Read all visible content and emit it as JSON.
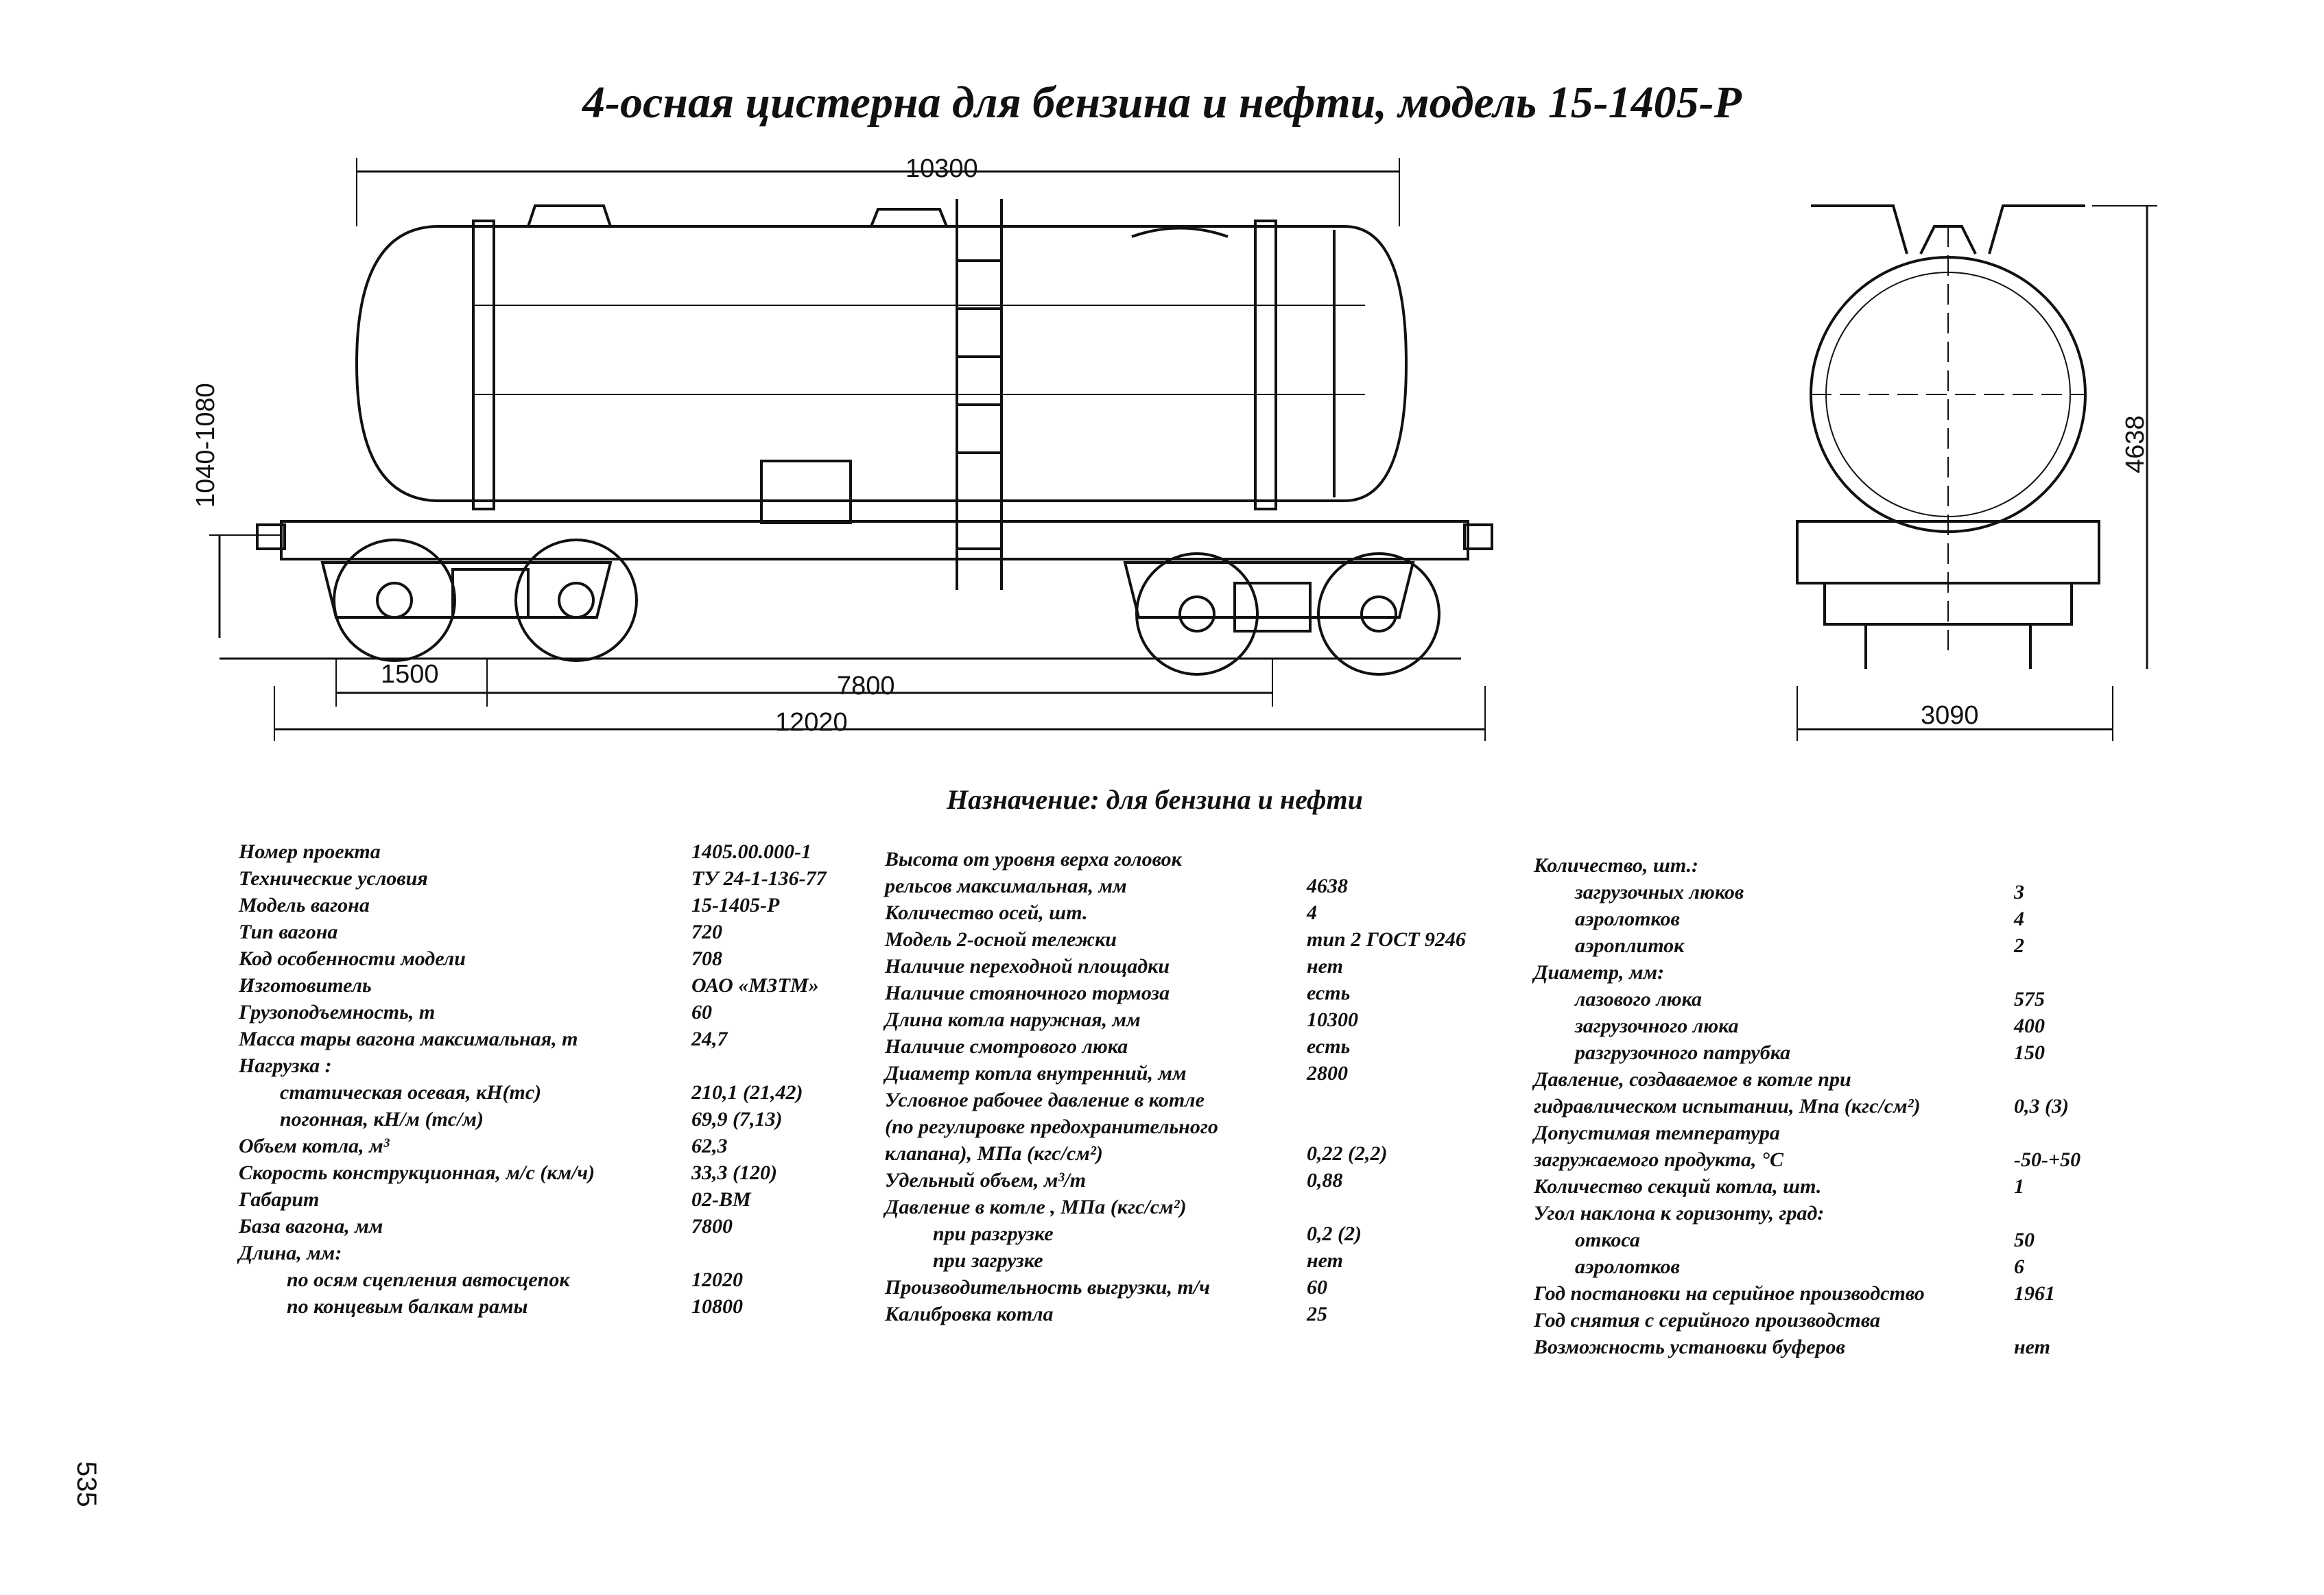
{
  "title": "4-осная цистерна для бензина и нефти, модель 15-1405-Р",
  "dimensions": {
    "boiler_length": "10300",
    "coupler_height": "1040-1080",
    "bogie_axle_spacing": "1500",
    "wagon_base": "7800",
    "total_length": "12020",
    "height": "4638",
    "width": "3090"
  },
  "purpose": "Назначение: для бензина и нефти",
  "col1": [
    {
      "label": "Номер проекта",
      "value": "1405.00.000-1",
      "indent": 0
    },
    {
      "label": "Технические условия",
      "value": "ТУ 24-1-136-77",
      "indent": 0
    },
    {
      "label": "Модель вагона",
      "value": "15-1405-Р",
      "indent": 0
    },
    {
      "label": "Тип вагона",
      "value": "720",
      "indent": 0
    },
    {
      "label": "Код особенности модели",
      "value": "708",
      "indent": 0
    },
    {
      "label": "Изготовитель",
      "value": "ОАО «МЗТМ»",
      "indent": 0
    },
    {
      "label": "Грузоподъемность, т",
      "value": "60",
      "indent": 0
    },
    {
      "label": "Масса тары вагона максимальная, т",
      "value": "24,7",
      "indent": 0
    },
    {
      "label": "Нагрузка :",
      "value": "",
      "indent": 0
    },
    {
      "label": "статическая осевая, кН(тс)",
      "value": "210,1 (21,42)",
      "indent": 1
    },
    {
      "label": "погонная, кН/м (тс/м)",
      "value": "69,9 (7,13)",
      "indent": 1
    },
    {
      "label": "Объем котла, м³",
      "value": "62,3",
      "indent": 0
    },
    {
      "label": "Скорость конструкционная, м/с (км/ч)",
      "value": "33,3 (120)",
      "indent": 0
    },
    {
      "label": "Габарит",
      "value": "02-ВМ",
      "indent": 0
    },
    {
      "label": "База вагона, мм",
      "value": "7800",
      "indent": 0
    },
    {
      "label": "Длина, мм:",
      "value": "",
      "indent": 0
    },
    {
      "label": "по осям сцепления автосцепок",
      "value": "12020",
      "indent": 2
    },
    {
      "label": "по концевым балкам рамы",
      "value": "10800",
      "indent": 2
    }
  ],
  "col2": [
    {
      "label": "Высота от уровня верха головок",
      "value": "",
      "indent": 0
    },
    {
      "label": "рельсов максимальная, мм",
      "value": "4638",
      "indent": 0
    },
    {
      "label": "Количество осей, шт.",
      "value": "4",
      "indent": 0
    },
    {
      "label": "Модель 2-осной тележки",
      "value": "тип 2 ГОСТ 9246",
      "indent": 0
    },
    {
      "label": "Наличие переходной площадки",
      "value": "нет",
      "indent": 0
    },
    {
      "label": "Наличие стояночного тормоза",
      "value": "есть",
      "indent": 0
    },
    {
      "label": "Длина котла наружная, мм",
      "value": "10300",
      "indent": 0
    },
    {
      "label": "Наличие смотрового люка",
      "value": "есть",
      "indent": 0
    },
    {
      "label": "Диаметр котла внутренний, мм",
      "value": "2800",
      "indent": 0
    },
    {
      "label": "Условное рабочее давление в котле",
      "value": "",
      "indent": 0
    },
    {
      "label": "(по регулировке предохранительного",
      "value": "",
      "indent": 0
    },
    {
      "label": "клапана), МПа (кгс/см²)",
      "value": "0,22 (2,2)",
      "indent": 0
    },
    {
      "label": "Удельный объем, м³/т",
      "value": "0,88",
      "indent": 0
    },
    {
      "label": "Давление в котле , МПа (кгс/см²)",
      "value": "",
      "indent": 0
    },
    {
      "label": "при разгрузке",
      "value": "0,2 (2)",
      "indent": 2
    },
    {
      "label": "при загрузке",
      "value": "нет",
      "indent": 2
    },
    {
      "label": "Производительность выгрузки, т/ч",
      "value": "60",
      "indent": 0
    },
    {
      "label": "Калибровка котла",
      "value": "25",
      "indent": 0
    }
  ],
  "col3": [
    {
      "label": "Количество, шт.:",
      "value": "",
      "indent": 0
    },
    {
      "label": "загрузочных люков",
      "value": "3",
      "indent": 1
    },
    {
      "label": "аэролотков",
      "value": "4",
      "indent": 1
    },
    {
      "label": "аэроплиток",
      "value": "2",
      "indent": 1
    },
    {
      "label": "Диаметр, мм:",
      "value": "",
      "indent": 0
    },
    {
      "label": "лазового люка",
      "value": "575",
      "indent": 1
    },
    {
      "label": "загрузочного люка",
      "value": "400",
      "indent": 1
    },
    {
      "label": "разгрузочного патрубка",
      "value": "150",
      "indent": 1
    },
    {
      "label": "Давление, создаваемое в котле при",
      "value": "",
      "indent": 0
    },
    {
      "label": "гидравлическом испытании, Мпа (кгс/см²)",
      "value": "0,3 (3)",
      "indent": 0
    },
    {
      "label": "Допустимая температура",
      "value": "",
      "indent": 0
    },
    {
      "label": "загружаемого продукта, °С",
      "value": "-50-+50",
      "indent": 0
    },
    {
      "label": "Количество секций котла, шт.",
      "value": "1",
      "indent": 0
    },
    {
      "label": "Угол наклона к горизонту, град:",
      "value": "",
      "indent": 0
    },
    {
      "label": "откоса",
      "value": "50",
      "indent": 1
    },
    {
      "label": "аэролотков",
      "value": "6",
      "indent": 1
    },
    {
      "label": "Год постановки на серийное производство",
      "value": "1961",
      "indent": 0
    },
    {
      "label": "Год снятия с серийного производства",
      "value": "",
      "indent": 0
    },
    {
      "label": "Возможность установки буферов",
      "value": "нет",
      "indent": 0
    }
  ],
  "page_number": "535"
}
